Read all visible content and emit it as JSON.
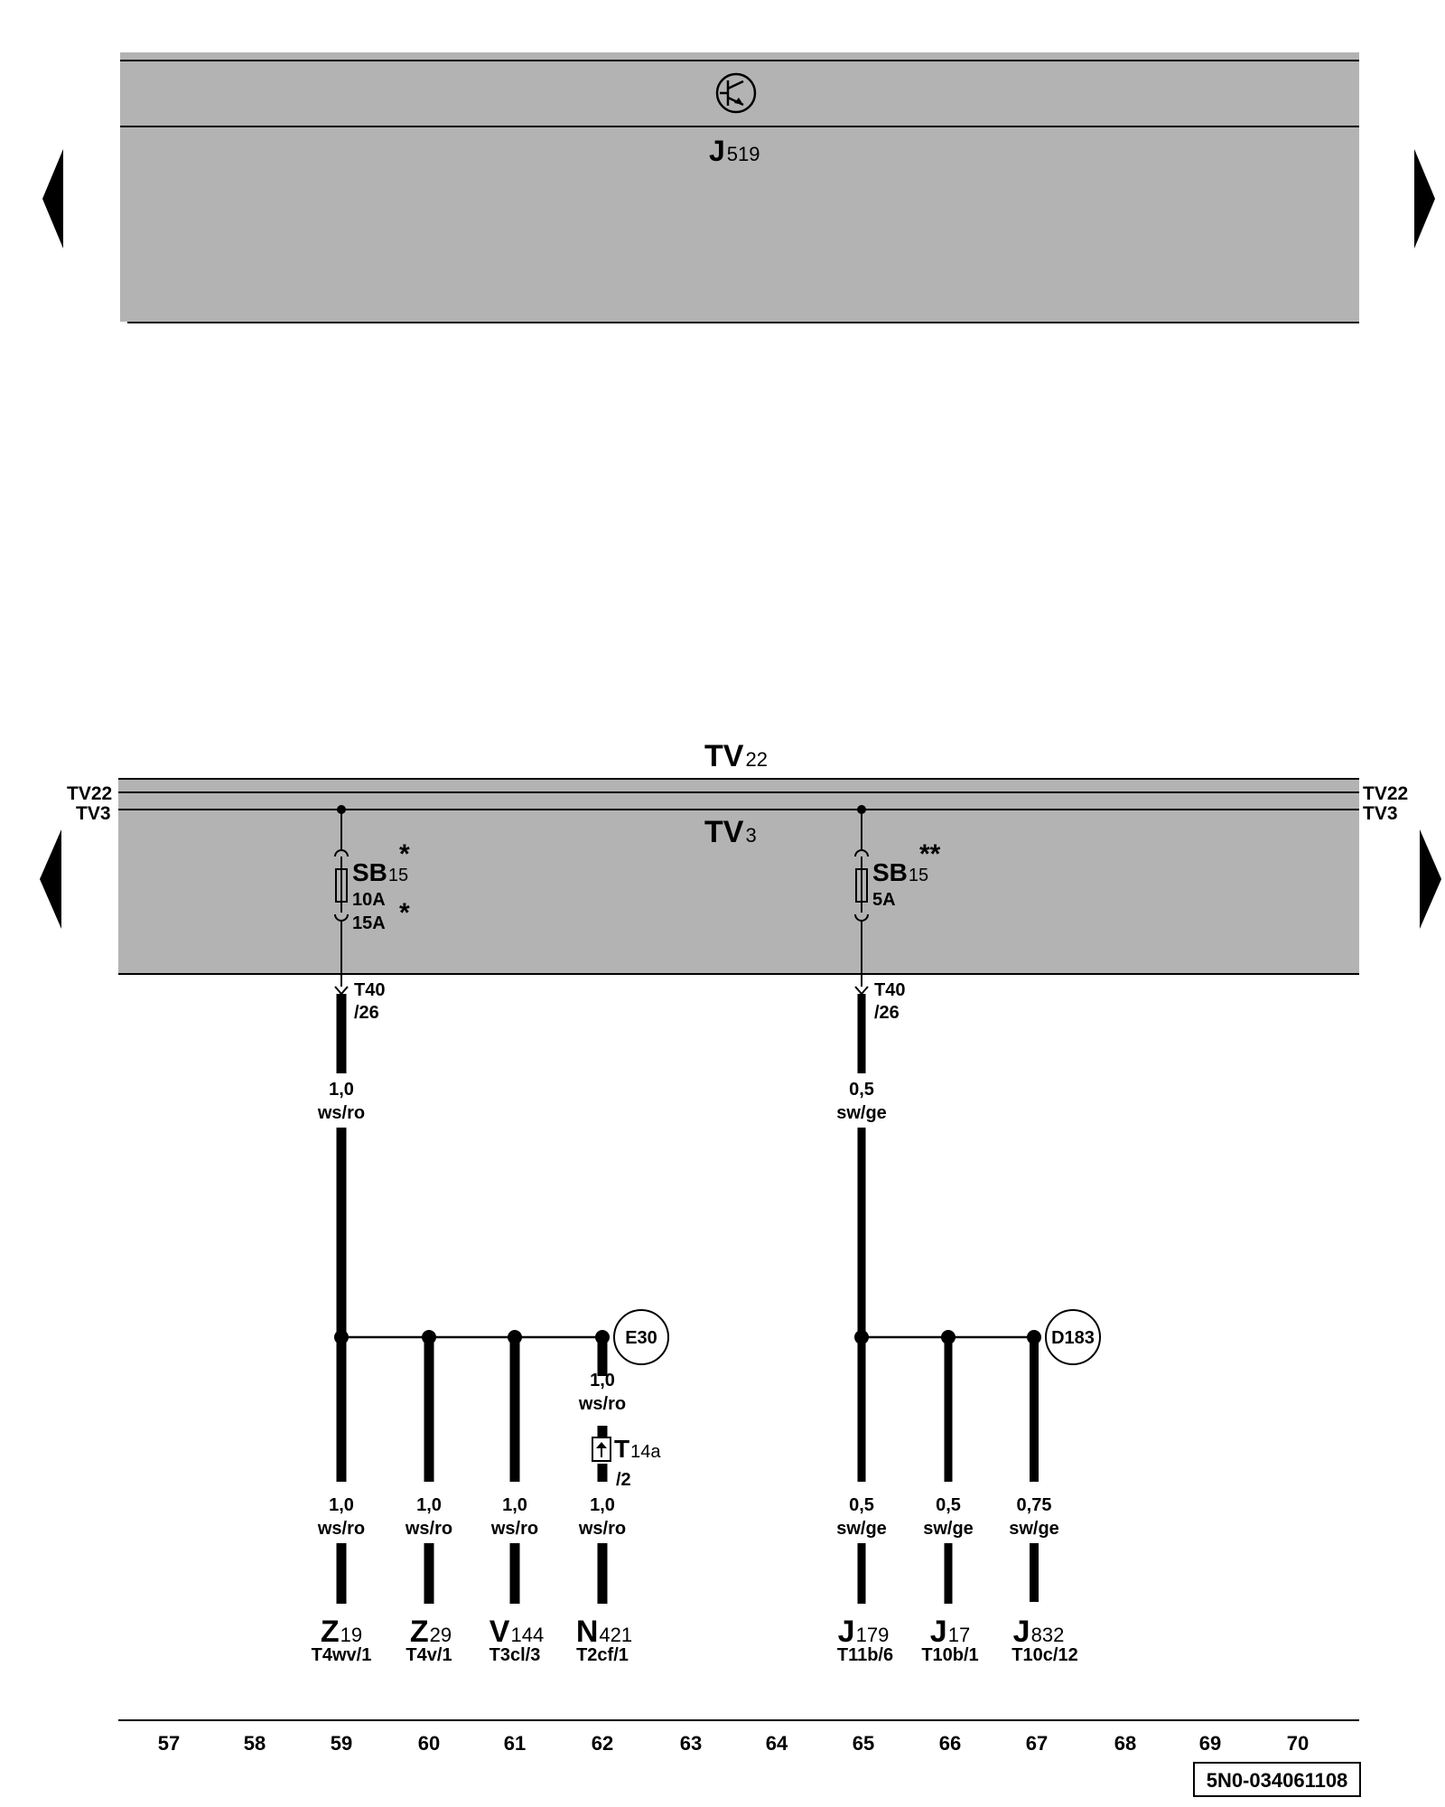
{
  "top_panel": {
    "component": "J",
    "component_sub": "519"
  },
  "rail": {
    "title": "TV",
    "title_sub": "22",
    "inner": "TV",
    "inner_sub": "3",
    "left_upper": "TV22",
    "left_lower": "TV3",
    "right_upper": "TV22",
    "right_lower": "TV3"
  },
  "fuses": [
    {
      "name": "SB",
      "sub": "15",
      "rating1": "10A",
      "rating2": "15A",
      "mark1": "*",
      "mark2": "*",
      "connector": "T40",
      "pin": "/26",
      "wire_size": "1,0",
      "wire_color": "ws/ro"
    },
    {
      "name": "SB",
      "sub": "15",
      "rating1": "5A",
      "rating2": "",
      "mark1": "**",
      "mark2": "",
      "connector": "T40",
      "pin": "/26",
      "wire_size": "0,5",
      "wire_color": "sw/ge"
    }
  ],
  "splices": [
    {
      "label": "E30"
    },
    {
      "label": "D183"
    }
  ],
  "inline_connector": {
    "name": "T",
    "sub": "14a",
    "pin": "/2",
    "wire_size": "1,0",
    "wire_color": "ws/ro"
  },
  "branches": [
    {
      "wire_size": "1,0",
      "wire_color": "ws/ro",
      "comp": "Z",
      "comp_sub": "19",
      "terminal": "T4wv/1"
    },
    {
      "wire_size": "1,0",
      "wire_color": "ws/ro",
      "comp": "Z",
      "comp_sub": "29",
      "terminal": "T4v/1"
    },
    {
      "wire_size": "1,0",
      "wire_color": "ws/ro",
      "comp": "V",
      "comp_sub": "144",
      "terminal": "T3cl/3"
    },
    {
      "wire_size": "1,0",
      "wire_color": "ws/ro",
      "comp": "N",
      "comp_sub": "421",
      "terminal": "T2cf/1"
    },
    {
      "wire_size": "0,5",
      "wire_color": "sw/ge",
      "comp": "J",
      "comp_sub": "179",
      "terminal": "T11b/6"
    },
    {
      "wire_size": "0,5",
      "wire_color": "sw/ge",
      "comp": "J",
      "comp_sub": "17",
      "terminal": "T10b/1"
    },
    {
      "wire_size": "0,75",
      "wire_color": "sw/ge",
      "comp": "J",
      "comp_sub": "832",
      "terminal": "T10c/12"
    }
  ],
  "grid_numbers": [
    "57",
    "58",
    "59",
    "60",
    "61",
    "62",
    "63",
    "64",
    "65",
    "66",
    "67",
    "68",
    "69",
    "70"
  ],
  "doc_number": "5N0-034061108",
  "icons": {
    "top_symbol": "transistor-circle-icon",
    "nav": "triangle-arrow-icon"
  }
}
